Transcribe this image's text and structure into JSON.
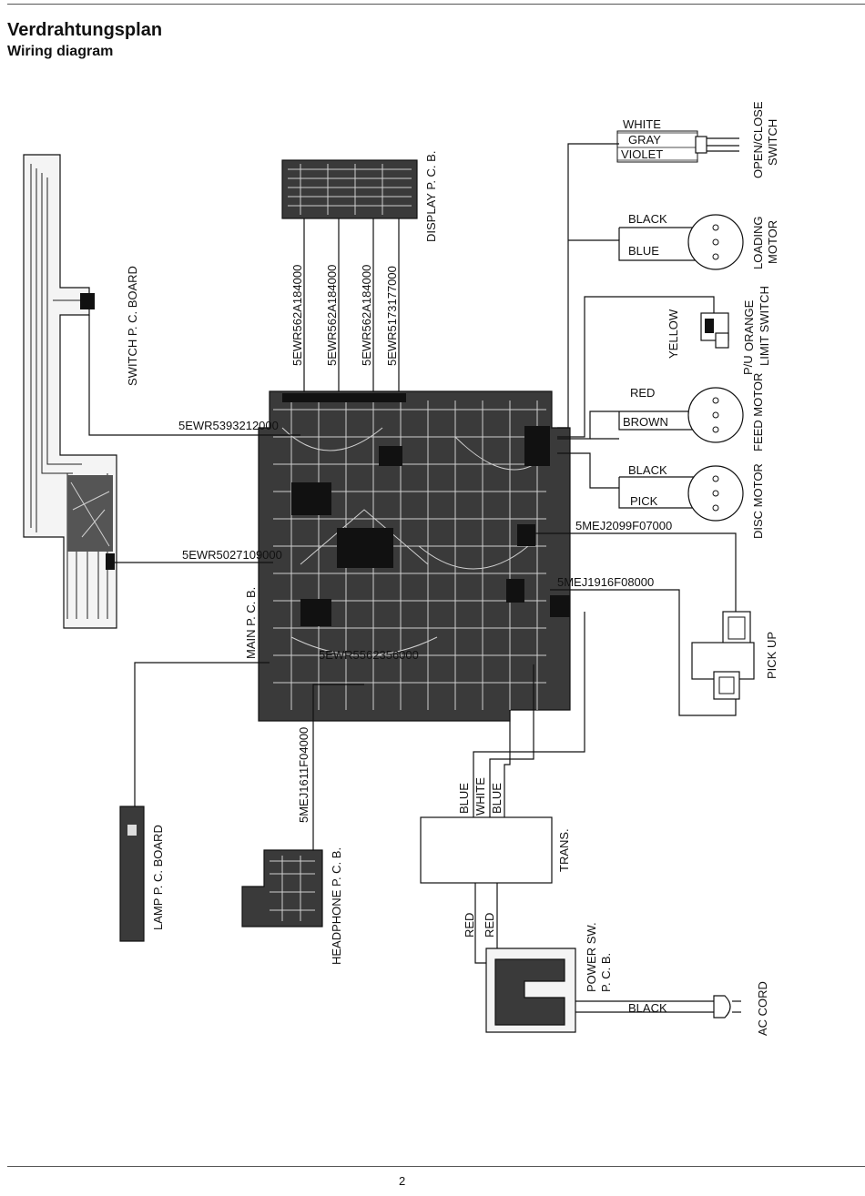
{
  "header": {
    "title_de": "Verdrahtungsplan",
    "title_en": "Wiring diagram"
  },
  "footer": {
    "page_number": "2"
  },
  "boards": {
    "switch_pcb": "SWITCH  P. C. BOARD",
    "display_pcb": "DISPLAY  P. C. B.",
    "main_pcb": "MAIN P. C. B.",
    "lamp_pcb": "LAMP  P. C. BOARD",
    "headphone_pcb": "HEADPHONE  P. C. B.",
    "power_sw_pcb": "POWER SW.",
    "power_sw_pcb_2": "P. C. B.",
    "trans": "TRANS.",
    "ac_cord": "AC CORD",
    "pick_up": "PICK UP"
  },
  "cables": {
    "display_1": "5EWR562A184000",
    "display_2": "5EWR562A184000",
    "display_3": "5EWR562A184000",
    "display_4": "5EWR5173177000",
    "switch": "5EWR5393212000",
    "switch_2": "5EWR5027109000",
    "lamp": "5EWR5562356000",
    "headphone": "5MEJ1611F04000",
    "pickup_1": "5MEJ2099F07000",
    "pickup_2": "5MEJ1916F08000"
  },
  "components": {
    "open_close_switch": "OPEN/CLOSE",
    "open_close_switch_2": "SWITCH",
    "loading_motor": "LOADING",
    "loading_motor_2": "MOTOR",
    "pu_limit_switch": "P/U",
    "pu_limit_switch_2": "LIMIT SWITCH",
    "feed_motor": "FEED MOTOR",
    "disc_motor": "DISC MOTOR"
  },
  "wire_colors": {
    "white": "WHITE",
    "gray": "GRAY",
    "violet": "VIOLET",
    "black_loading": "BLACK",
    "blue_loading": "BLUE",
    "yellow": "YELLOW",
    "orange": "ORANGE",
    "red_feed": "RED",
    "brown": "BROWN",
    "black_disc": "BLACK",
    "pick": "PICK",
    "trans_blue_1": "BLUE",
    "trans_white": "WHITE",
    "trans_blue_2": "BLUE",
    "trans_red_1": "RED",
    "trans_red_2": "RED",
    "power_black": "BLACK"
  }
}
